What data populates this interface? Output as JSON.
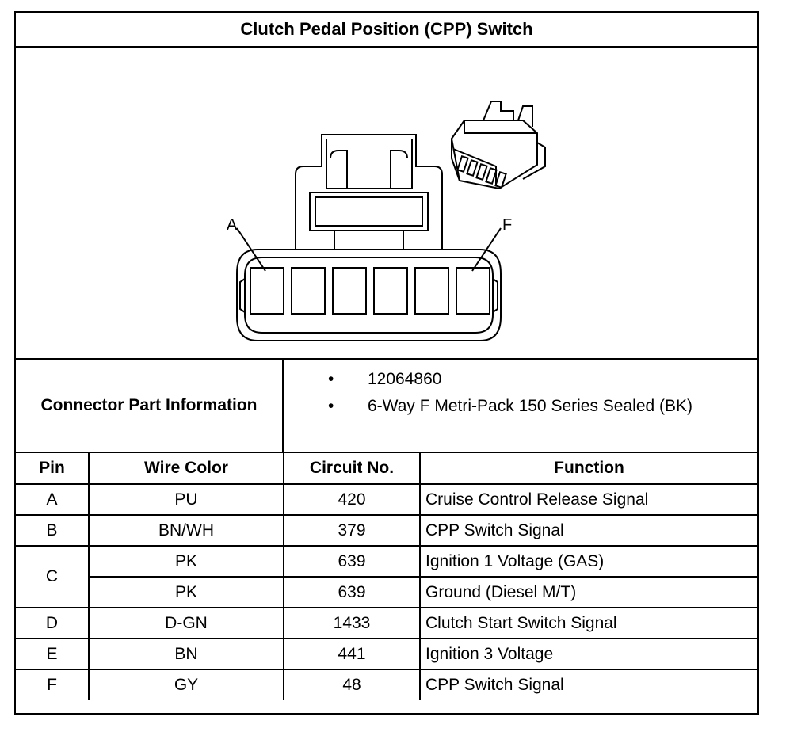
{
  "title": "Clutch Pedal Position (CPP) Switch",
  "diagram": {
    "pin_label_left": "A",
    "pin_label_right": "F"
  },
  "connector_info": {
    "label": "Connector Part Information",
    "bullet": "•",
    "items": [
      "12064860",
      "6-Way F Metri-Pack 150 Series Sealed (BK)"
    ]
  },
  "table": {
    "headers": {
      "pin": "Pin",
      "wire_color": "Wire Color",
      "circuit": "Circuit No.",
      "function": "Function"
    },
    "rows": [
      {
        "pin": "A",
        "wire": "PU",
        "circuit": "420",
        "function": "Cruise Control Release Signal"
      },
      {
        "pin": "B",
        "wire": "BN/WH",
        "circuit": "379",
        "function": "CPP Switch Signal"
      },
      {
        "pin": "C",
        "wire": "PK",
        "circuit": "639",
        "function": "Ignition 1 Voltage (GAS)"
      },
      {
        "pin": "",
        "wire": "PK",
        "circuit": "639",
        "function": "Ground (Diesel M/T)"
      },
      {
        "pin": "D",
        "wire": "D-GN",
        "circuit": "1433",
        "function": "Clutch Start Switch Signal"
      },
      {
        "pin": "E",
        "wire": "BN",
        "circuit": "441",
        "function": "Ignition 3 Voltage"
      },
      {
        "pin": "F",
        "wire": "GY",
        "circuit": "48",
        "function": "CPP Switch Signal"
      }
    ]
  }
}
